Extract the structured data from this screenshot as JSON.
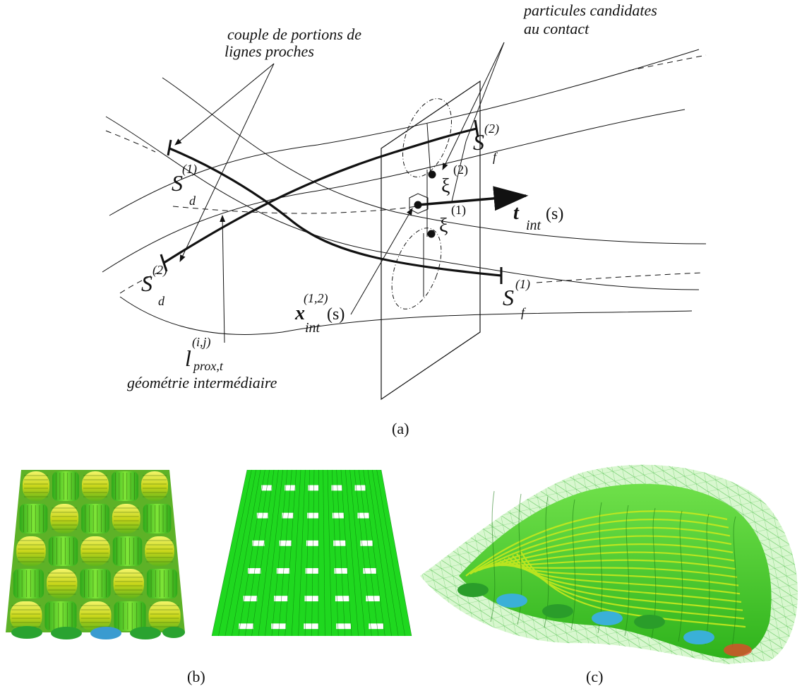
{
  "panel_a": {
    "caption": "(a)",
    "annotations": {
      "couple_line1": "couple de portions de",
      "couple_line2": "lignes proches",
      "particules_line1": "particules candidates",
      "particules_line2": "au contact",
      "geometrie": "géométrie intermédiaire"
    },
    "symbols": {
      "S": "S",
      "sup1": "(1)",
      "sup2": "(2)",
      "sub_d": "d",
      "sub_f": "f",
      "xi": "ξ",
      "t": "t",
      "int": "int",
      "s_arg": "(s)",
      "x": "x",
      "sup12": "(1,2)",
      "l": "l",
      "sup_ij": "(i,j)",
      "sub_prox": "prox,t"
    }
  },
  "panel_b": {
    "caption": "(b)"
  },
  "panel_c": {
    "caption": "(c)"
  },
  "colors": {
    "line": "#111111",
    "fiber_green": "#39d11f",
    "fiber_yellow": "#d8e619",
    "mesh_green": "#7fe07a",
    "grid_green": "#24dd24"
  }
}
